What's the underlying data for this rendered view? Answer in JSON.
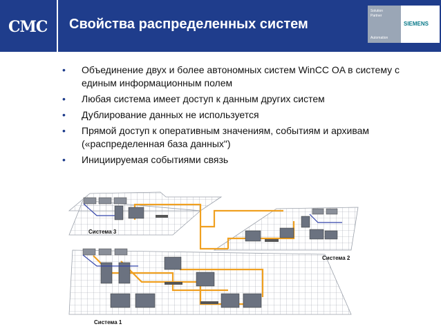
{
  "header": {
    "logo": "CMC",
    "title": "Свойства распределенных систем",
    "badge": {
      "line1": "Solution",
      "line2": "Partner",
      "line3": "Automation",
      "brand": "SIEMENS"
    }
  },
  "bullets": [
    "Объединение двух и более автономных систем WinCC OA в систему с единым информационным полем",
    "Любая система имеет доступ к данным других систем",
    "Дублирование данных не используется",
    "Прямой доступ к оперативным значениям, событиям и архивам («распределенная база данных\")",
    "Инициируемая событиями связь"
  ],
  "diagram": {
    "labels": {
      "system3": "Система 3",
      "system2": "Система 2",
      "system1": "Система 1"
    },
    "colors": {
      "link": "#f0a020",
      "bus": "#3344aa",
      "grid": "#9aa0aa",
      "device": "#6b7280"
    }
  }
}
